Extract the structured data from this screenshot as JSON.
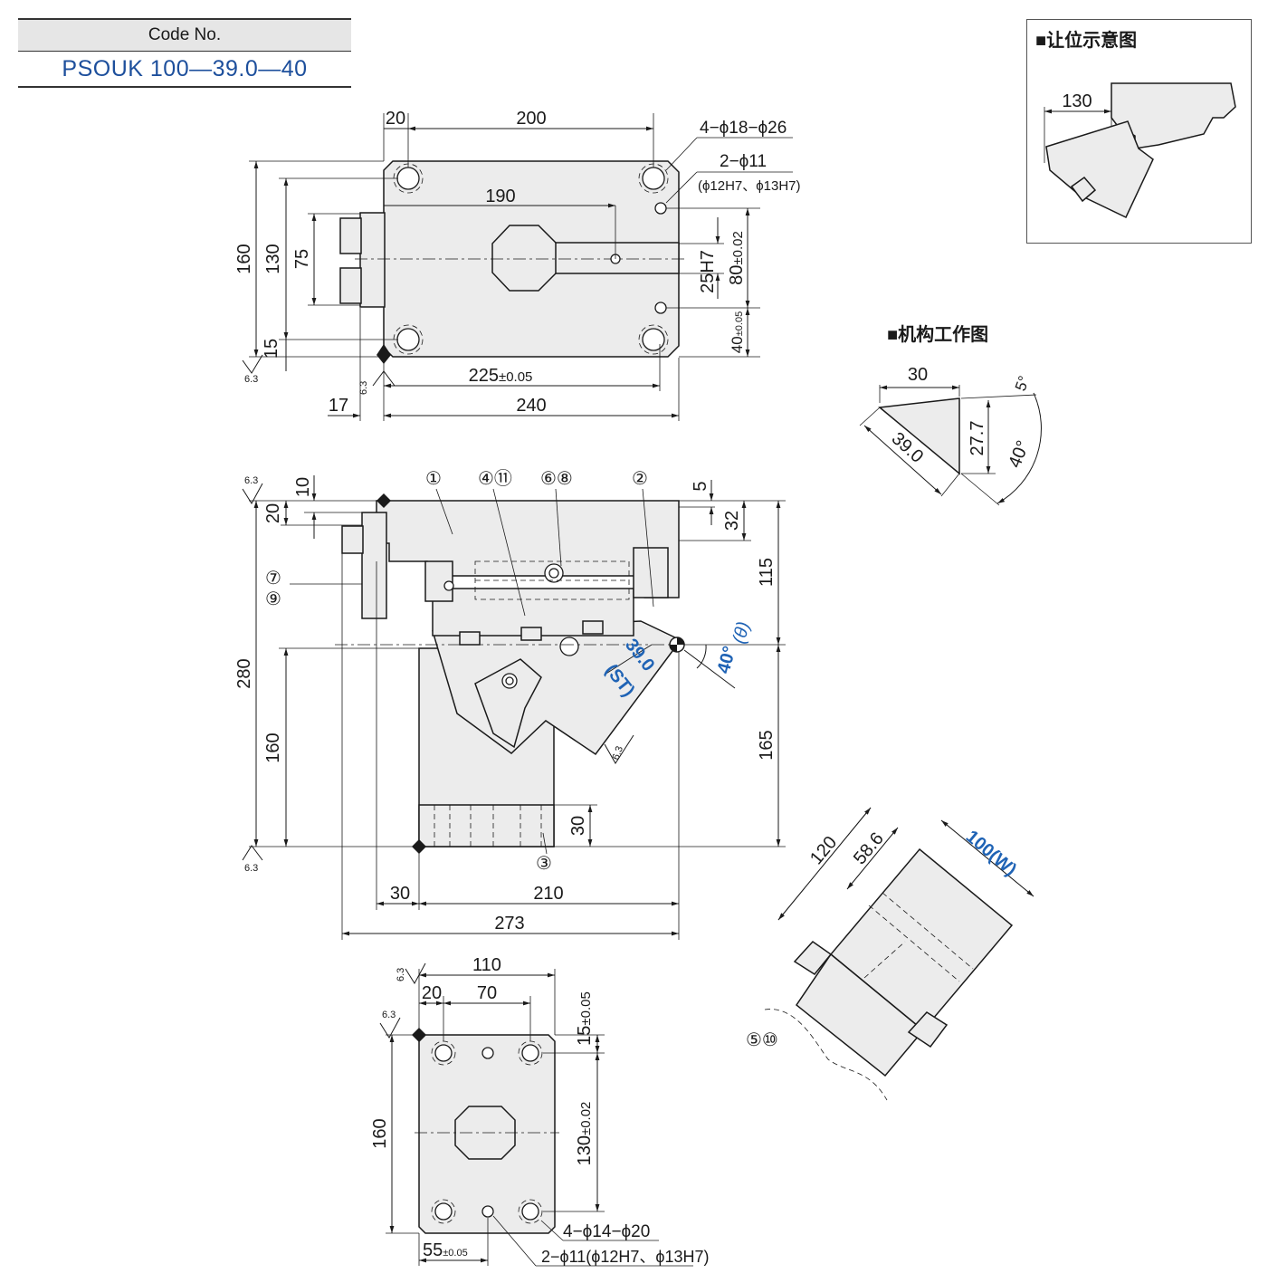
{
  "code_box": {
    "header": "Code No.",
    "value": "PSOUK 100—39.0—40"
  },
  "insets": {
    "clearance_title": "■让位示意图",
    "mechanism_title": "■机构工作图"
  },
  "top_view": {
    "dims": {
      "d20": "20",
      "d200": "200",
      "d190": "190",
      "d160": "160",
      "d130": "130",
      "d75": "75",
      "d15": "15",
      "d225": "225",
      "tol225": "±0.05",
      "d240": "240",
      "d17": "17",
      "d25h7": "25H7",
      "d80": "80",
      "tol80": "±0.02",
      "d40": "40",
      "tol40": "±0.05"
    },
    "callouts": {
      "holes4": "4−ϕ18−ϕ26",
      "holes2": "2−ϕ11",
      "holes2_tol": "(ϕ12H7、ϕ13H7)"
    },
    "roughness": "6.3"
  },
  "front_view": {
    "dims": {
      "d10": "10",
      "d20": "20",
      "d280": "280",
      "d160": "160",
      "d5": "5",
      "d32": "32",
      "d115": "115",
      "d165": "165",
      "d30v": "30",
      "d30h": "30",
      "d210": "210",
      "d273": "273"
    },
    "stroke": "39.0",
    "stroke_label": "(ST)",
    "angle": "40°",
    "angle_label": "(θ)",
    "parts": [
      "①",
      "④⑪",
      "⑥⑧",
      "②",
      "⑦",
      "⑨",
      "③"
    ],
    "roughness": "6.3"
  },
  "bottom_view": {
    "dims": {
      "d110": "110",
      "d20": "20",
      "d70": "70",
      "d15": "15",
      "tol15": "±0.05",
      "d160": "160",
      "d130": "130",
      "tol130": "±0.02",
      "d55": "55",
      "tol55": "±0.05"
    },
    "callouts": {
      "holes4": "4−ϕ14−ϕ20",
      "holes2": "2−ϕ11(ϕ12H7、ϕ13H7)"
    },
    "roughness": "6.3"
  },
  "clearance_view": {
    "d130": "130"
  },
  "mechanism_view": {
    "d30": "30",
    "d5": "5°",
    "d27": "27.7",
    "d39": "39.0",
    "d40": "40°"
  },
  "iso_view": {
    "d120": "120",
    "d58": "58.6",
    "width": "100(W)",
    "parts": "⑤⑩"
  },
  "colors": {
    "accent_blue": "#1f63b5",
    "code_blue": "#1d4f9c",
    "part_fill": "#ececec"
  }
}
